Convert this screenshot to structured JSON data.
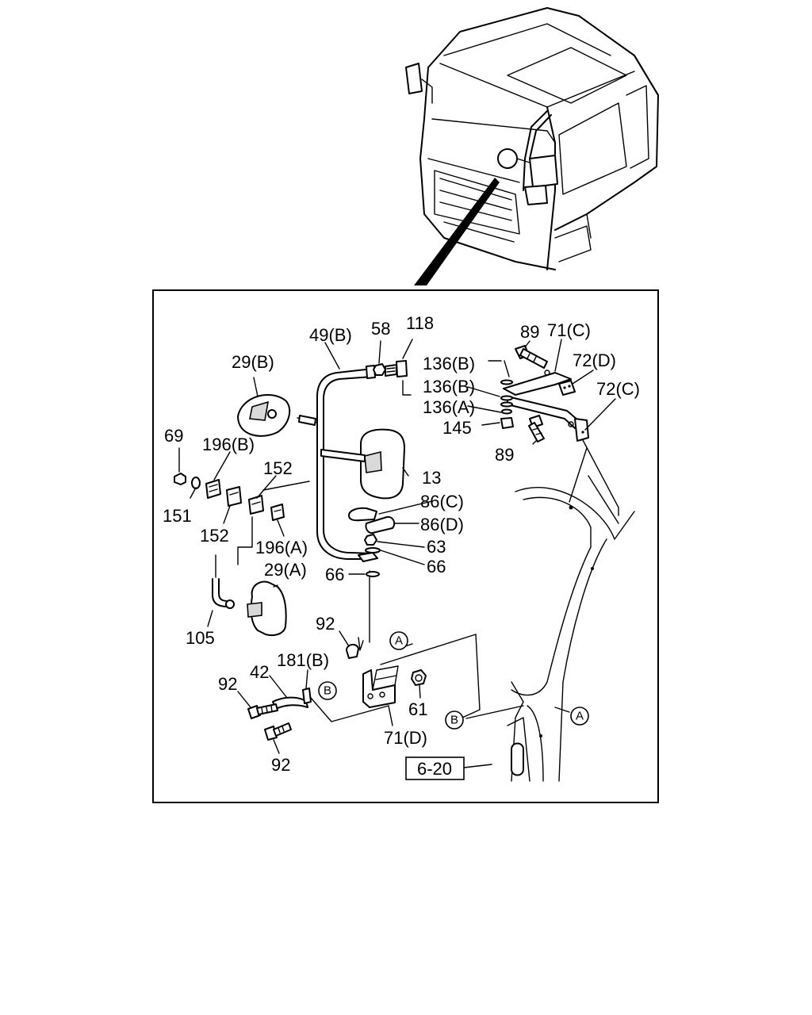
{
  "diagram": {
    "reference_label": "6-20",
    "circle_refs": {
      "a": "A",
      "b": "B"
    },
    "callouts": {
      "p49b": "49(B)",
      "p58": "58",
      "p118": "118",
      "p89_top": "89",
      "p71c": "71(C)",
      "p72d": "72(D)",
      "p72c": "72(C)",
      "p136b_1": "136(B)",
      "p136b_2": "136(B)",
      "p136a": "136(A)",
      "p145": "145",
      "p89_mid": "89",
      "p29b": "29(B)",
      "p69": "69",
      "p196b": "196(B)",
      "p152_top": "152",
      "p151": "151",
      "p152_bot": "152",
      "p196a": "196(A)",
      "p13": "13",
      "p86c": "86(C)",
      "p86d": "86(D)",
      "p63": "63",
      "p66_right": "66",
      "p66_left": "66",
      "p29a": "29(A)",
      "p105": "105",
      "p92_top": "92",
      "p42": "42",
      "p181b": "181(B)",
      "p92_mid": "92",
      "p61": "61",
      "p71d": "71(D)",
      "p92_bot": "92"
    }
  }
}
